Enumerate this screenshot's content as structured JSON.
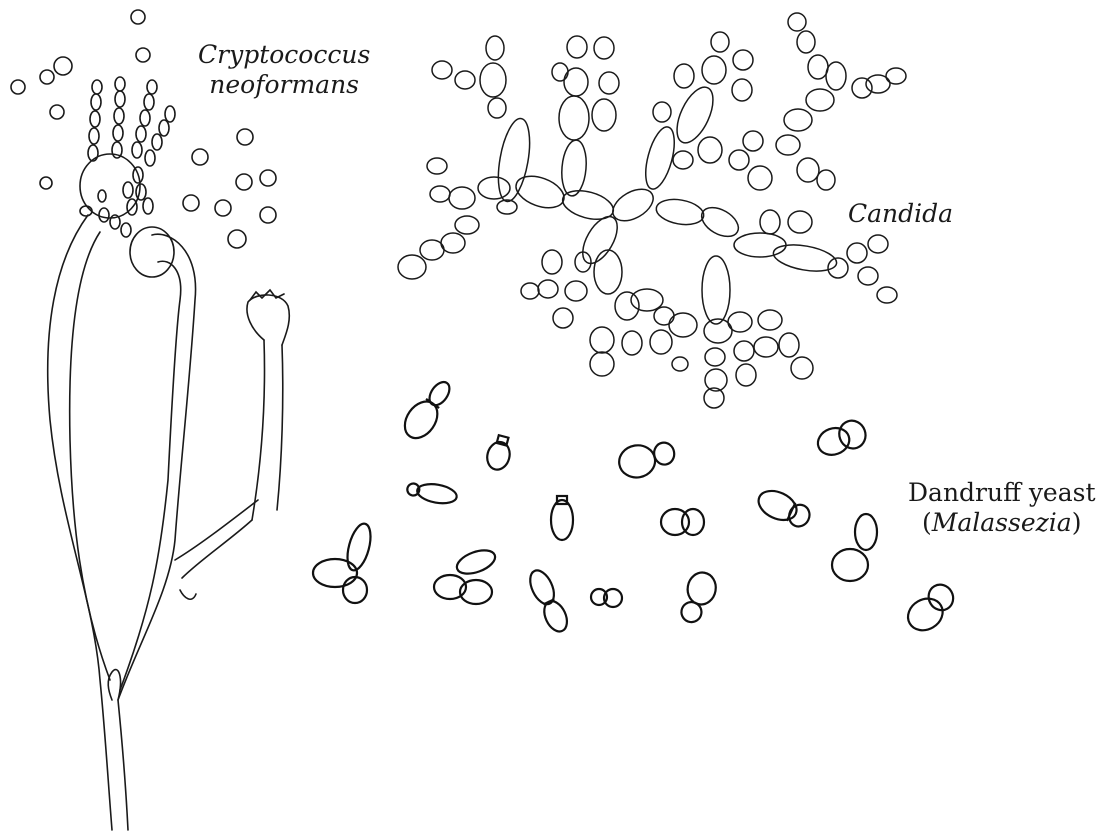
{
  "labels": {
    "cryptococcus_line1": "Cryptococcus",
    "cryptococcus_line2": "neoformans",
    "candida": "Candida",
    "malassezia_line1": "Dandruff yeast",
    "malassezia_open": "(",
    "malassezia_genus": "Malassezia",
    "malassezia_close": ")"
  },
  "style": {
    "ink": "#1a1a1a",
    "background": "#ffffff"
  }
}
